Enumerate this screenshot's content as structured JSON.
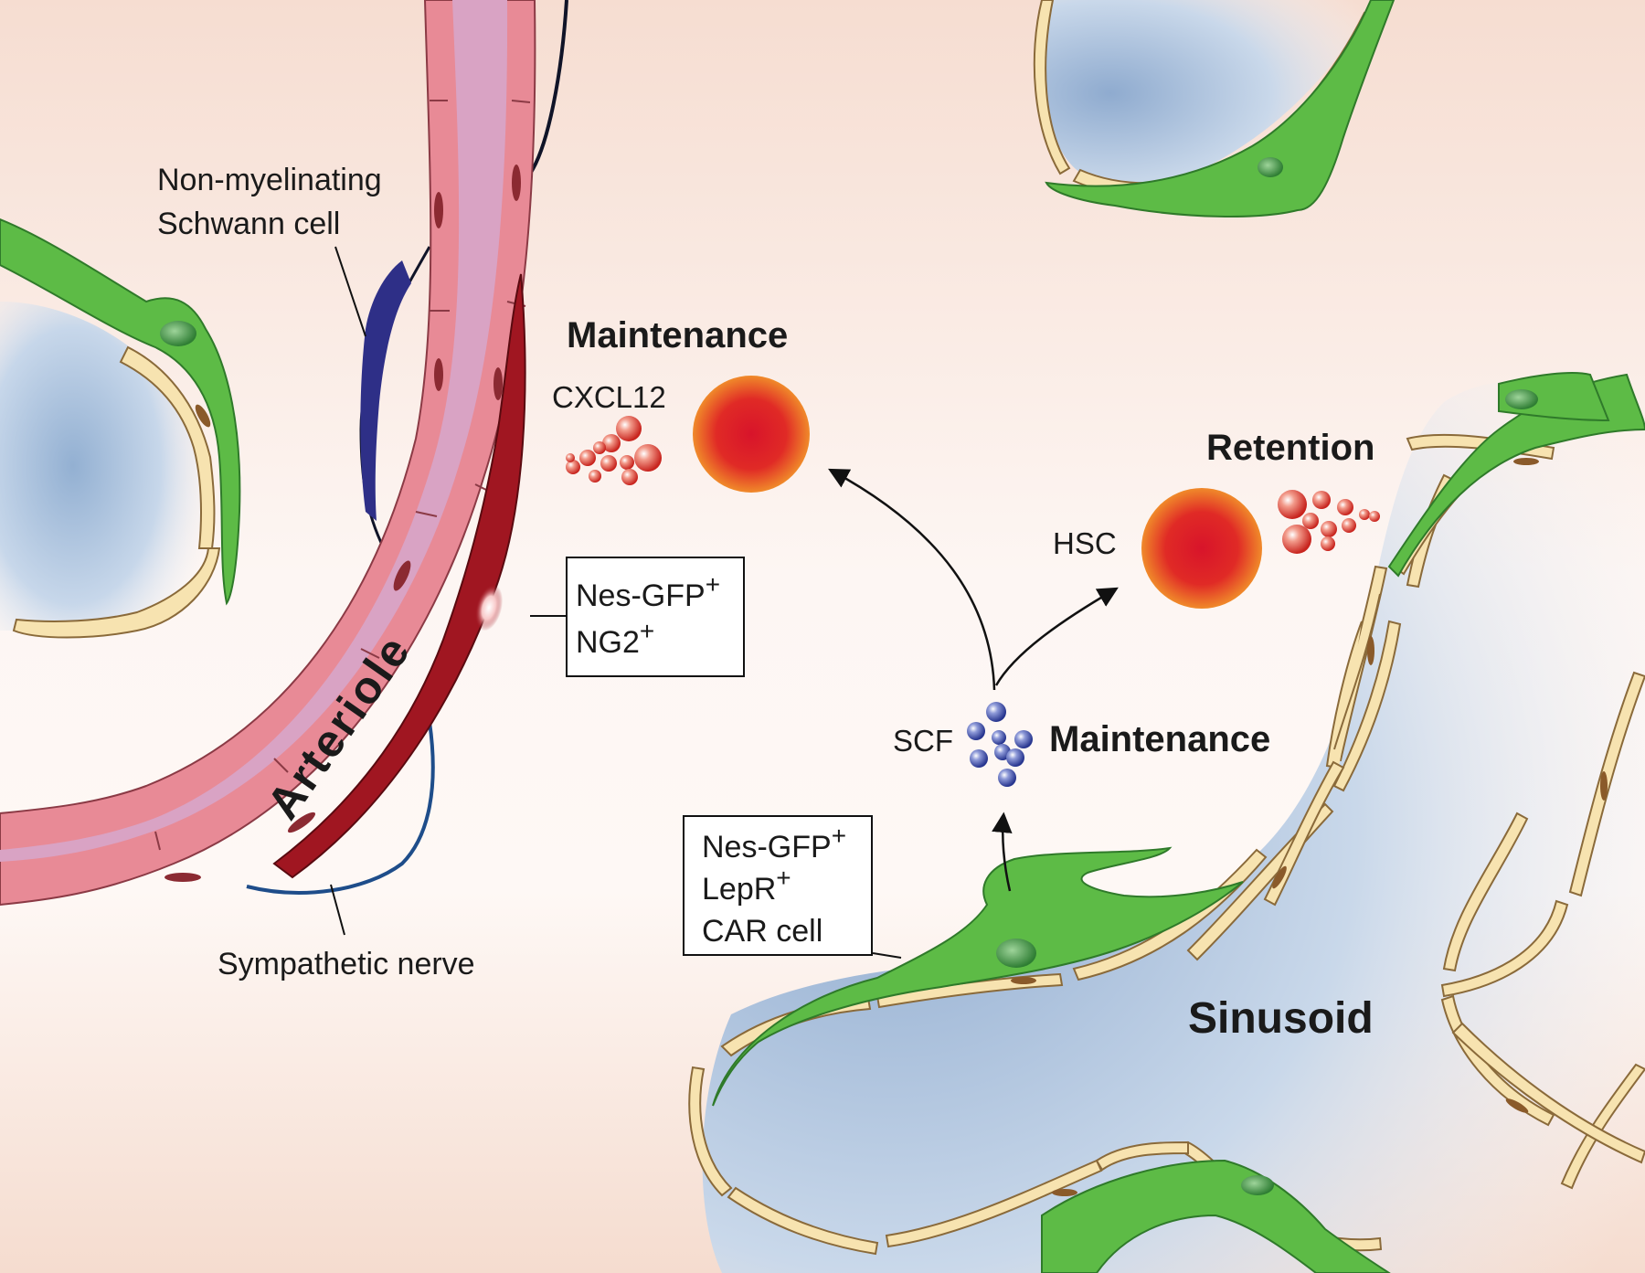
{
  "labels": {
    "schwann_line1": "Non-myelinating",
    "schwann_line2": "Schwann cell",
    "arteriole": "Arteriole",
    "sympathetic": "Sympathetic nerve",
    "maintenance_top": "Maintenance",
    "cxcl12": "CXCL12",
    "retention": "Retention",
    "hsc": "HSC",
    "scf": "SCF",
    "maintenance_mid": "Maintenance",
    "sinusoid": "Sinusoid"
  },
  "box_ng2": {
    "line1": "Nes-GFP",
    "line1_sup": "+",
    "line2": "NG2",
    "line2_sup": "+"
  },
  "box_car": {
    "line1": "Nes-GFP",
    "line1_sup": "+",
    "line2": "LepR",
    "line2_sup": "+",
    "line3": "CAR cell"
  },
  "colors": {
    "background_warm": "#f8e0d4",
    "lumen_blue": "#9ab6d6",
    "endothelium": "#f7e3b0",
    "endothelium_stroke": "#8a6a3a",
    "stromal_green": "#5dbb46",
    "arteriole_wall": "#e88a96",
    "arteriole_lumen": "#d9a3c4",
    "pericyte_red": "#a01621",
    "schwann_blue": "#2e2f87",
    "hsc_core": "#e0202a",
    "hsc_edge": "#f07d2a",
    "scf_blue": "#3a4aa8"
  }
}
